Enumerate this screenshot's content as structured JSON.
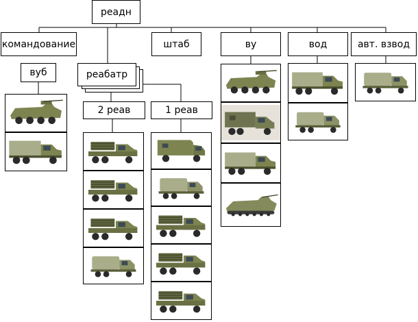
{
  "nodes": {
    "root": "реадн",
    "command": "командование",
    "staff": "штаб",
    "vu": "ву",
    "vod": "вод",
    "avt": "авт. взвод",
    "vub": "вуб",
    "reabatr": "реабатр",
    "reav2": "2 реав",
    "reav1": "1 реав"
  },
  "vehicle_colors": {
    "body": "#7d8450",
    "wheel": "#2a2a2a",
    "canvas": "#a9ad8a"
  },
  "pictures": {
    "vub": [
      "btr-icon",
      "ural-truck-icon"
    ],
    "reav2": [
      "grad-launcher-icon",
      "grad-launcher-icon",
      "grad-launcher-icon",
      "covered-truck-icon"
    ],
    "reav1": [
      "gaz-van-icon",
      "covered-truck-icon",
      "grad-launcher-icon",
      "grad-launcher-icon",
      "grad-launcher-icon"
    ],
    "vu": [
      "btr-icon",
      "zil-van-icon",
      "ural-truck-icon",
      "bmp-icon"
    ],
    "vod": [
      "ural-truck-icon",
      "covered-truck-icon"
    ],
    "avt": [
      "covered-truck-icon"
    ]
  }
}
